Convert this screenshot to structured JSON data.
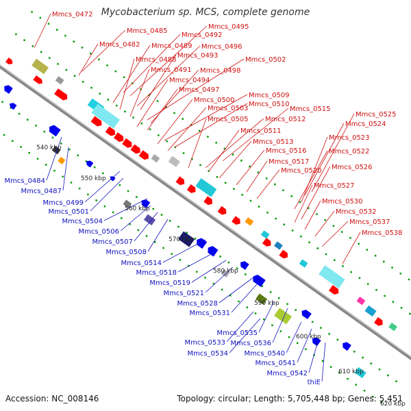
{
  "title": "Mycobacterium sp. MCS, complete genome",
  "footer": {
    "accession": "Accession: NC_008146",
    "topology": "Topology: circular; Length: 5,705,448 bp; Genes: 5,451"
  },
  "ticks": [
    "540 kbp",
    "550 kbp",
    "560 kbp",
    "570 kbp",
    "580 kbp",
    "590 kbp",
    "600 kbp",
    "610 kbp",
    "620 kbp"
  ],
  "genes_forward": [
    "Mmcs_0472",
    "Mmcs_0485",
    "Mmcs_0482",
    "Mmcs_0492",
    "Mmcs_0495",
    "Mmcs_0489",
    "Mmcs_0496",
    "Mmcs_0488",
    "Mmcs_0493",
    "Mmcs_0491",
    "Mmcs_0502",
    "Mmcs_0498",
    "Mmcs_0494",
    "Mmcs_0497",
    "Mmcs_0509",
    "Mmcs_0500",
    "Mmcs_0510",
    "Mmcs_0503",
    "Mmcs_0515",
    "Mmcs_0512",
    "Mmcs_0505",
    "Mmcs_0525",
    "Mmcs_0524",
    "Mmcs_0511",
    "Mmcs_0523",
    "Mmcs_0513",
    "Mmcs_0522",
    "Mmcs_0516",
    "Mmcs_0517",
    "Mmcs_0526",
    "Mmcs_0520",
    "Mmcs_0527",
    "Mmcs_0530",
    "Mmcs_0532",
    "Mmcs_0537",
    "Mmcs_0538"
  ],
  "genes_reverse": [
    "Mmcs_0484",
    "Mmcs_0487",
    "Mmcs_0499",
    "Mmcs_0501",
    "Mmcs_0504",
    "Mmcs_0506",
    "Mmcs_0507",
    "Mmcs_0508",
    "Mmcs_0514",
    "Mmcs_0518",
    "Mmcs_0519",
    "Mmcs_0521",
    "Mmcs_0528",
    "Mmcs_0531",
    "Mmcs_0535",
    "Mmcs_0533",
    "Mmcs_0536",
    "Mmcs_0534",
    "Mmcs_0540",
    "Mmcs_0541",
    "Mmcs_0542",
    "thiE"
  ],
  "colors": {
    "forward_label": "#d01010",
    "reverse_label": "#1010c0",
    "forward_feature": "#ff0000",
    "reverse_feature": "#0000ee",
    "backbone": "#888888",
    "gc_dots": "#009900"
  }
}
